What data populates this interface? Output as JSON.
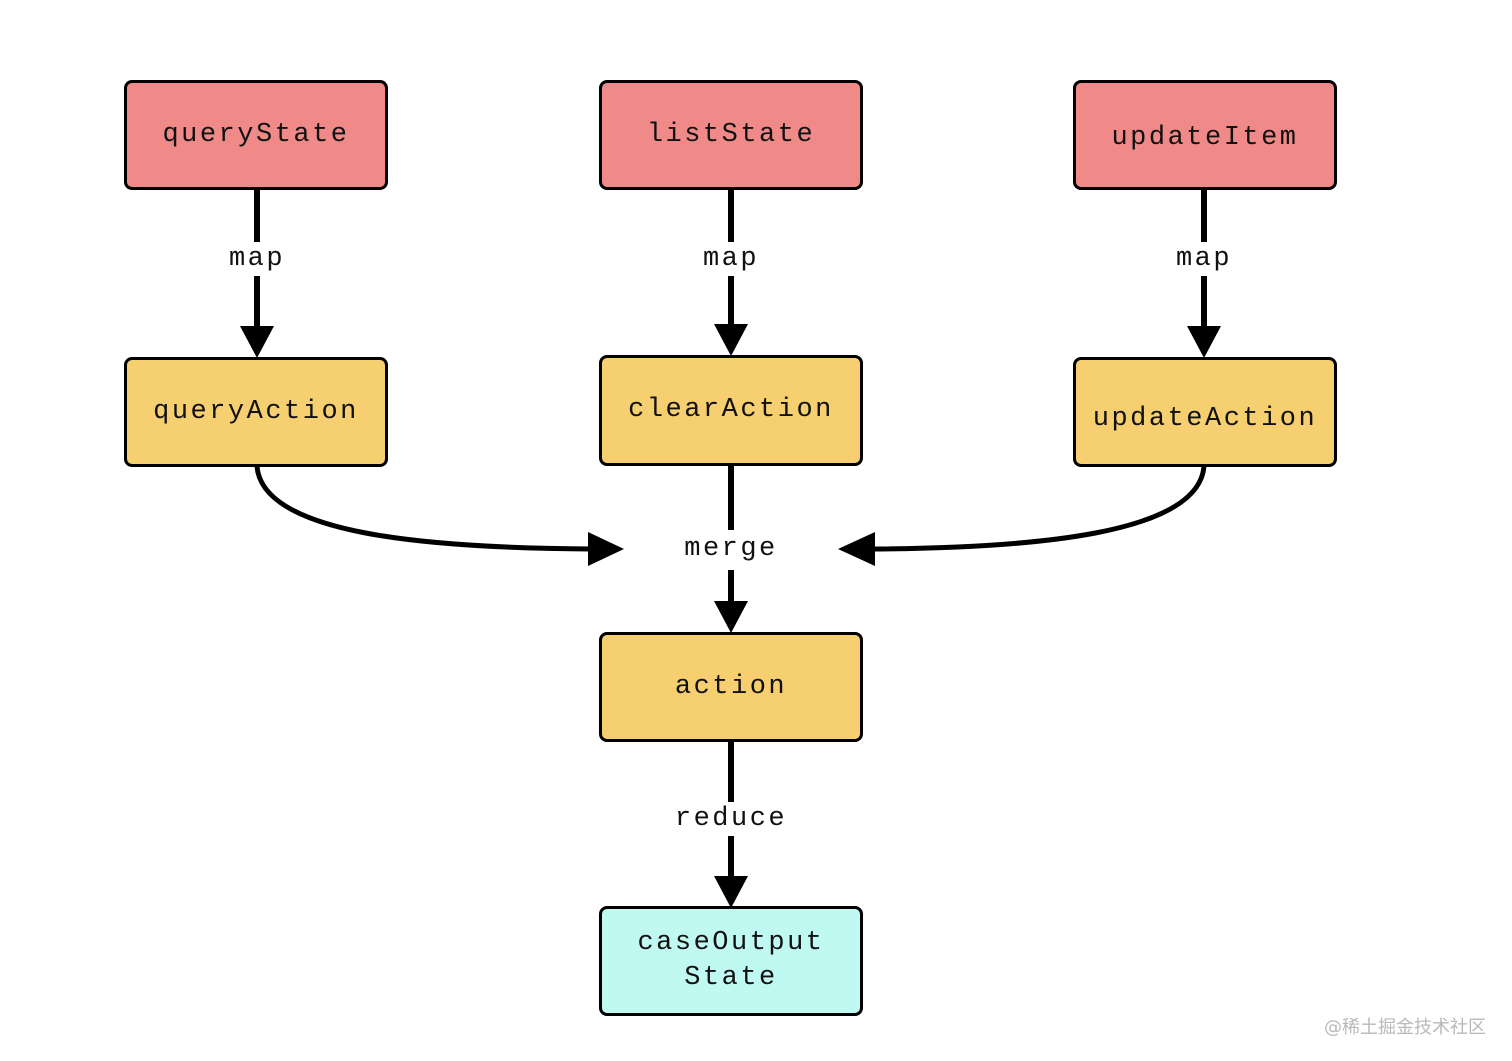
{
  "diagram": {
    "nodes": {
      "query_state": "queryState",
      "list_state": "listState",
      "update_item": "updateItem",
      "query_action": "queryAction",
      "clear_action": "clearAction",
      "update_action": "updateAction",
      "action": "action",
      "case_output_state": "caseOutput\nState"
    },
    "edges": {
      "map_left": "map",
      "map_middle": "map",
      "map_right": "map",
      "merge": "merge",
      "reduce": "reduce"
    }
  },
  "colors": {
    "state_fill": "#f08a88",
    "action_fill": "#f6cf70",
    "output_fill": "#bff9f1",
    "stroke": "#000000"
  },
  "watermark": "@稀土掘金技术社区"
}
